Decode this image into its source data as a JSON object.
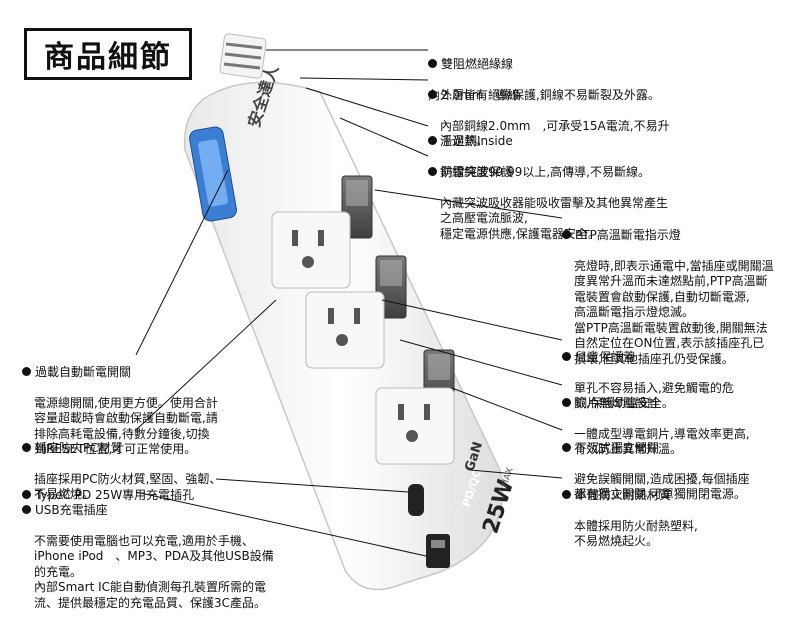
{
  "title": "商品細節",
  "brand": "安全達人",
  "product_marks": {
    "gan": "GaN",
    "pd_qc": "PD/QC",
    "watt": "25W",
    "max": "MAX"
  },
  "notes": {
    "dual_insulation": {
      "head": "雙阻燃絕緣線",
      "body": "內外層皆有絕緣保護,銅線不易斷裂及外露。"
    },
    "wire_size": {
      "head": "2.0mm　導線",
      "body": "內部銅線2.0mm　,可承受15A電流,不易升\n溫過熱。"
    },
    "copper_inside": {
      "head": "千足銅Inside",
      "body": "銅線純度99.99以上,高傳導,不易斷線。"
    },
    "surge": {
      "head": "防雷突波保護",
      "body": "內藏突波吸收器能吸收雷擊及其他異常產生\n之高壓電流脈波,\n穩定電源供應,保護電器安全。"
    },
    "ptp": {
      "head": "PTP高溫斷電指示燈",
      "body": "亮燈時,即表示通電中,當插座或開關溫\n度異常升溫而未達燃點前,PTP高溫斷\n電裝置會啟動保護,自動切斷電源,\n高溫斷電指示燈熄滅。\n當PTP高溫斷電裝置啟動後,開關無法\n自然定位在ON位置,表示該插座孔已\n損壞,但其他插座孔仍受保護。"
    },
    "child_safety": {
      "head": "兒童保護蓋",
      "body": "單孔不容易插入,避免觸電的危\n險,保護幼童安全。"
    },
    "copper_sheet": {
      "head": "銅片無焊點設計",
      "body": "一體成型導電銅片,導電效率更高,\n有效防止異常升溫。"
    },
    "recessed_switch": {
      "head": "下沉式獨立開關",
      "body": "避免誤觸開關,造成困擾,每個插座\n都有獨立開關,可單獨開閉電源。"
    },
    "flame_body": {
      "head": "本體防火耐熱材質",
      "body": "本體採用防火耐熱塑料,\n不易燃燒起火。"
    },
    "overload": {
      "head": "過載自動斷電開關",
      "body": "電源總開關,使用更方便。使用合計\n容量超載時會啟動保護自動斷電,請\n排除高耗電設備,待數分鐘後,切換\n到RESET位置,才可正常使用。"
    },
    "socket_pc": {
      "head": "插座防火PC材質",
      "body": "插座採用PC防火材質,堅固、強韌、\n不易燃燒。"
    },
    "typec": {
      "head": "TypeC PD 25W專用充電插孔",
      "body": ""
    },
    "usb": {
      "head": "USB充電插座",
      "body": "不需要使用電腦也可以充電,適用於手機、\niPhone iPod　、MP3、PDA及其他USB設備\n的充電。\n內部Smart IC能自動偵測每孔裝置所需的電\n流、提供最穩定的充電品質、保護3C產品。"
    }
  }
}
